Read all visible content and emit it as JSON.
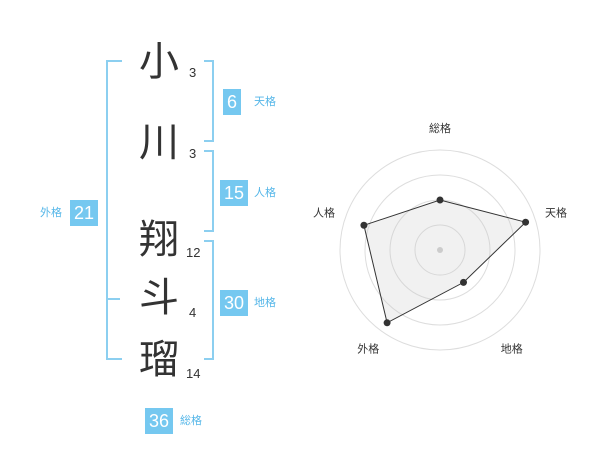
{
  "name": {
    "chars": [
      {
        "char": "小",
        "strokes": "3"
      },
      {
        "char": "川",
        "strokes": "3"
      },
      {
        "char": "翔",
        "strokes": "12"
      },
      {
        "char": "斗",
        "strokes": "4"
      },
      {
        "char": "瑠",
        "strokes": "14"
      }
    ]
  },
  "kaku": {
    "tenkaku": {
      "value": "6",
      "label": "天格"
    },
    "jinkaku": {
      "value": "15",
      "label": "人格"
    },
    "chikaku": {
      "value": "30",
      "label": "地格"
    },
    "gaikaku": {
      "value": "21",
      "label": "外格"
    },
    "soukaku": {
      "value": "36",
      "label": "総格"
    }
  },
  "colors": {
    "accent": "#75c8f0",
    "accent_text": "#54b6e8",
    "bracket": "#8ccff0"
  },
  "chart_data": {
    "type": "radar",
    "axes": [
      "総格",
      "天格",
      "地格",
      "外格",
      "人格"
    ],
    "values": [
      0.5,
      0.9,
      0.4,
      0.9,
      0.8
    ],
    "range": [
      0,
      1
    ],
    "rings": 4
  }
}
